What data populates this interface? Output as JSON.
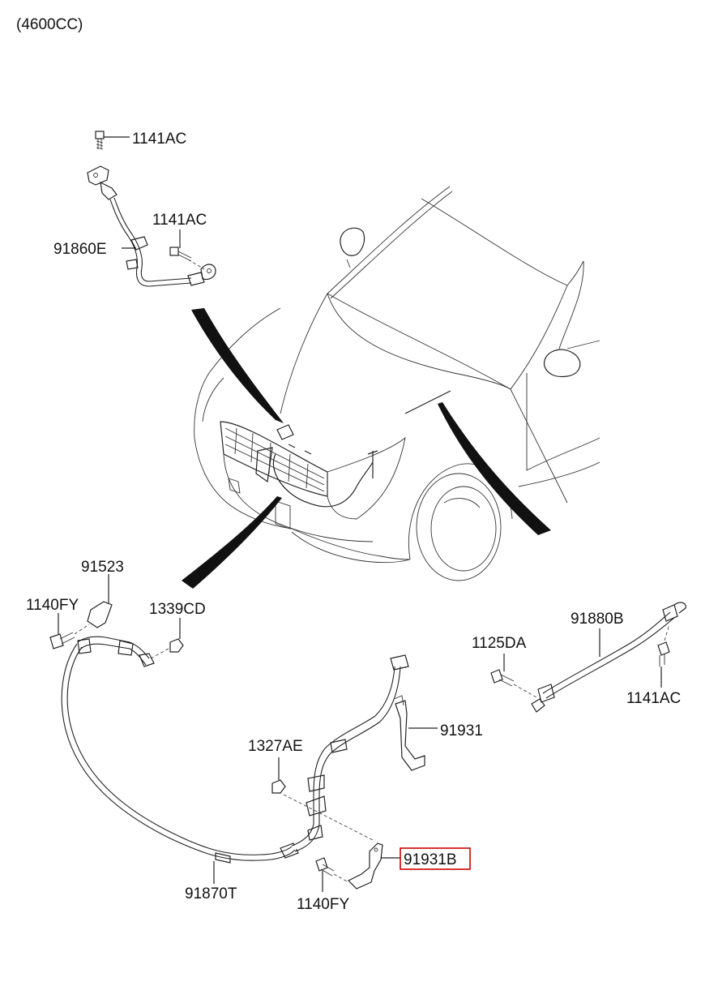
{
  "header": {
    "engine_code": "(4600CC)"
  },
  "labels": {
    "l1141AC_top": "1141AC",
    "l1141AC_mid": "1141AC",
    "l91860E": "91860E",
    "l91523": "91523",
    "l1140FY_left": "1140FY",
    "l1339CD": "1339CD",
    "l91880B": "91880B",
    "l1125DA": "1125DA",
    "l1141AC_right": "1141AC",
    "l1327AE": "1327AE",
    "l91931": "91931",
    "l91931B": "91931B",
    "l91870T": "91870T",
    "l1140FY_bottom": "1140FY"
  },
  "highlight": {
    "part": "91931B",
    "color": "#cc0000"
  }
}
